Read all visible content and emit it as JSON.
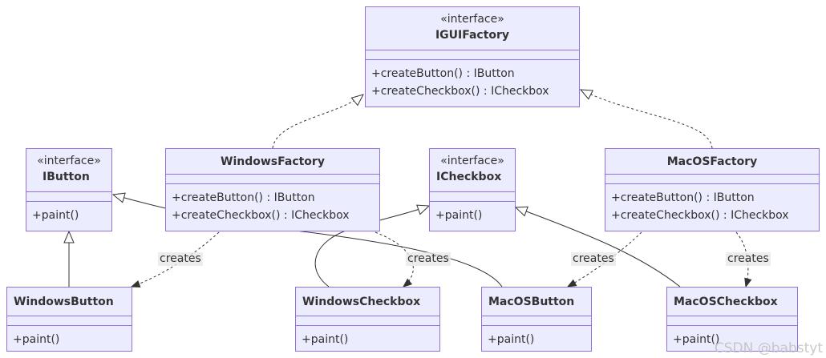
{
  "classes": {
    "igui_factory": {
      "stereotype": "«interface»",
      "name": "IGUIFactory",
      "methods": [
        "+createButton() : IButton",
        "+createCheckbox() : ICheckbox"
      ]
    },
    "ibutton": {
      "stereotype": "«interface»",
      "name": "IButton",
      "methods": [
        "+paint()"
      ]
    },
    "windows_factory": {
      "name": "WindowsFactory",
      "methods": [
        "+createButton() : IButton",
        "+createCheckbox() : ICheckbox"
      ]
    },
    "icheckbox": {
      "stereotype": "«interface»",
      "name": "ICheckbox",
      "methods": [
        "+paint()"
      ]
    },
    "macos_factory": {
      "name": "MacOSFactory",
      "methods": [
        "+createButton() : IButton",
        "+createCheckbox() : ICheckbox"
      ]
    },
    "windows_button": {
      "name": "WindowsButton",
      "methods": [
        "+paint()"
      ]
    },
    "windows_checkbox": {
      "name": "WindowsCheckbox",
      "methods": [
        "+paint()"
      ]
    },
    "macos_button": {
      "name": "MacOSButton",
      "methods": [
        "+paint()"
      ]
    },
    "macos_checkbox": {
      "name": "MacOSCheckbox",
      "methods": [
        "+paint()"
      ]
    }
  },
  "edge_labels": {
    "creates_1": "creates",
    "creates_2": "creates",
    "creates_3": "creates",
    "creates_4": "creates"
  },
  "watermark": "CSDN @babstyt",
  "colors": {
    "fill": "#ECECFF",
    "border": "#9370DB",
    "line": "#333333",
    "text": "#333333"
  }
}
